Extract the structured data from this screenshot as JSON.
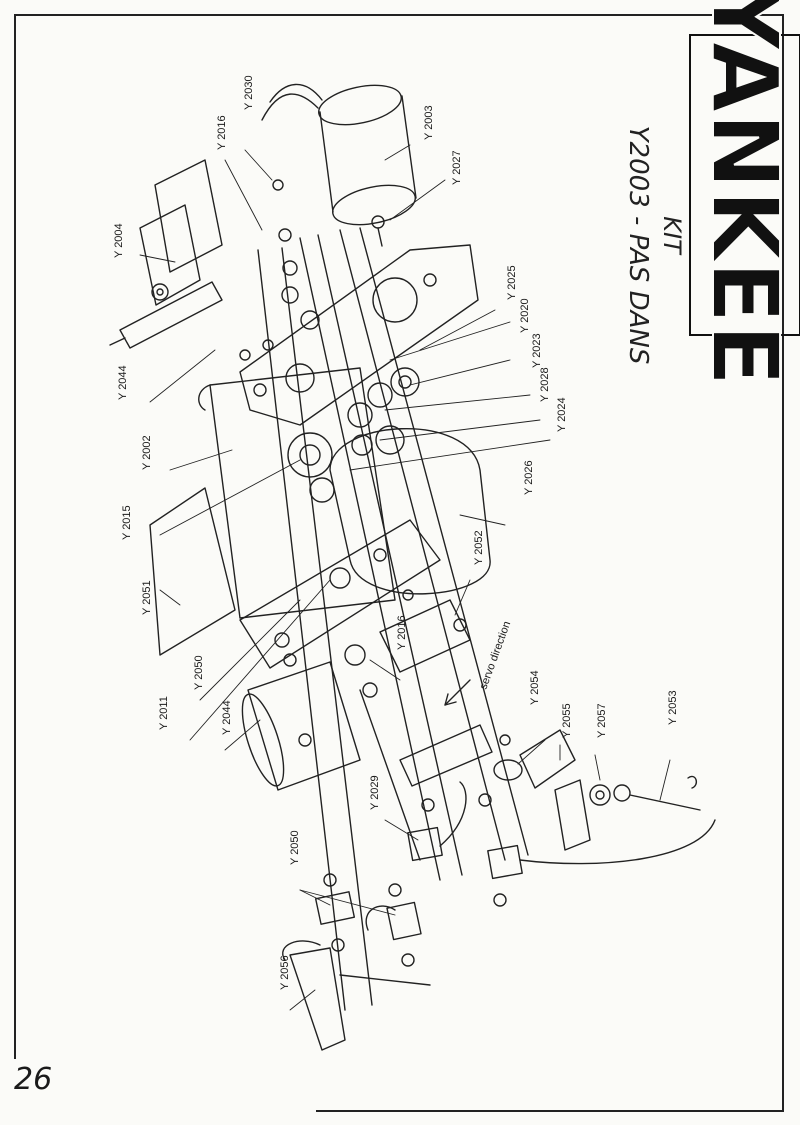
{
  "page": {
    "number": "26"
  },
  "logo": {
    "text": "YANKEE"
  },
  "note": {
    "line1": "Y2003 - PAS DANS",
    "line2": "KIT"
  },
  "annotation": {
    "servo": "servo direction"
  },
  "parts": [
    {
      "id": "p2030",
      "label": "Y 2030"
    },
    {
      "id": "p2016a",
      "label": "Y 2016"
    },
    {
      "id": "p2003",
      "label": "Y 2003"
    },
    {
      "id": "p2027",
      "label": "Y 2027"
    },
    {
      "id": "p2004",
      "label": "Y 2004"
    },
    {
      "id": "p2025",
      "label": "Y 2025"
    },
    {
      "id": "p2020",
      "label": "Y 2020"
    },
    {
      "id": "p2023",
      "label": "Y 2023"
    },
    {
      "id": "p2028",
      "label": "Y 2028"
    },
    {
      "id": "p2024",
      "label": "Y 2024"
    },
    {
      "id": "p2044a",
      "label": "Y 2044"
    },
    {
      "id": "p2002",
      "label": "Y 2002"
    },
    {
      "id": "p2026",
      "label": "Y 2026"
    },
    {
      "id": "p2015",
      "label": "Y 2015"
    },
    {
      "id": "p2052",
      "label": "Y 2052"
    },
    {
      "id": "p2051",
      "label": "Y 2051"
    },
    {
      "id": "p2016b",
      "label": "Y 2016"
    },
    {
      "id": "p2050a",
      "label": "Y 2050"
    },
    {
      "id": "p2011",
      "label": "Y 2011"
    },
    {
      "id": "p2044b",
      "label": "Y 2044"
    },
    {
      "id": "p2054",
      "label": "Y 2054"
    },
    {
      "id": "p2055",
      "label": "Y 2055"
    },
    {
      "id": "p2057",
      "label": "Y 2057"
    },
    {
      "id": "p2053",
      "label": "Y 2053"
    },
    {
      "id": "p2029",
      "label": "Y 2029"
    },
    {
      "id": "p2050b",
      "label": "Y 2050"
    },
    {
      "id": "p2056",
      "label": "Y 2056"
    }
  ]
}
